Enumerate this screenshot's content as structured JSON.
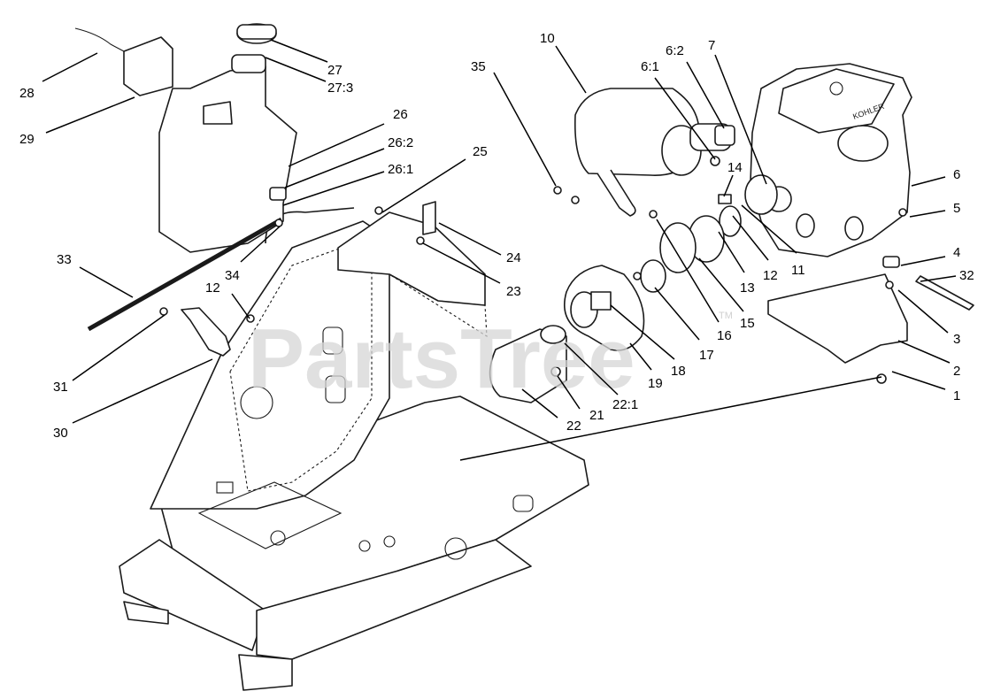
{
  "watermark": {
    "text": "PartsTree",
    "tm": "TM"
  },
  "engine_brand": "KOHLER",
  "callouts": [
    {
      "id": "c1",
      "label": "1"
    },
    {
      "id": "c2",
      "label": "2"
    },
    {
      "id": "c3",
      "label": "3"
    },
    {
      "id": "c4",
      "label": "4"
    },
    {
      "id": "c5",
      "label": "5"
    },
    {
      "id": "c6",
      "label": "6"
    },
    {
      "id": "c6_1",
      "label": "6:1"
    },
    {
      "id": "c6_2",
      "label": "6:2"
    },
    {
      "id": "c7",
      "label": "7"
    },
    {
      "id": "c10",
      "label": "10"
    },
    {
      "id": "c11",
      "label": "11"
    },
    {
      "id": "c12a",
      "label": "12"
    },
    {
      "id": "c12b",
      "label": "12"
    },
    {
      "id": "c13",
      "label": "13"
    },
    {
      "id": "c14",
      "label": "14"
    },
    {
      "id": "c15",
      "label": "15"
    },
    {
      "id": "c16",
      "label": "16"
    },
    {
      "id": "c17",
      "label": "17"
    },
    {
      "id": "c18",
      "label": "18"
    },
    {
      "id": "c19",
      "label": "19"
    },
    {
      "id": "c21",
      "label": "21"
    },
    {
      "id": "c22",
      "label": "22"
    },
    {
      "id": "c22_1",
      "label": "22:1"
    },
    {
      "id": "c23",
      "label": "23"
    },
    {
      "id": "c24",
      "label": "24"
    },
    {
      "id": "c25",
      "label": "25"
    },
    {
      "id": "c26",
      "label": "26"
    },
    {
      "id": "c26_1",
      "label": "26:1"
    },
    {
      "id": "c26_2",
      "label": "26:2"
    },
    {
      "id": "c27",
      "label": "27"
    },
    {
      "id": "c27_3",
      "label": "27:3"
    },
    {
      "id": "c28",
      "label": "28"
    },
    {
      "id": "c29",
      "label": "29"
    },
    {
      "id": "c30",
      "label": "30"
    },
    {
      "id": "c31",
      "label": "31"
    },
    {
      "id": "c32",
      "label": "32"
    },
    {
      "id": "c33",
      "label": "33"
    },
    {
      "id": "c34",
      "label": "34"
    },
    {
      "id": "c35",
      "label": "35"
    }
  ]
}
